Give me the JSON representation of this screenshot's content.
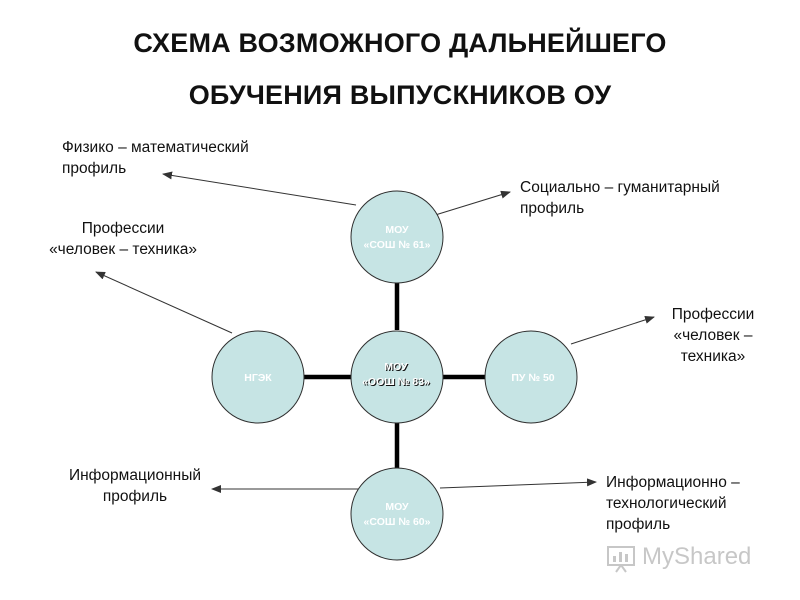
{
  "title": {
    "line1": "СХЕМА  ВОЗМОЖНОГО ДАЛЬНЕЙШЕГО",
    "line2": "ОБУЧЕНИЯ  ВЫПУСКНИКОВ ОУ"
  },
  "nodes": {
    "center": {
      "line1": "МОУ",
      "line2": "«ООШ  № 83»"
    },
    "top": {
      "line1": "МОУ",
      "line2": "«СОШ  № 61»"
    },
    "bottom": {
      "line1": "МОУ",
      "line2": "«СОШ № 60»"
    },
    "left": {
      "label": "НГЭК"
    },
    "right": {
      "label": "ПУ  №  50"
    }
  },
  "annotations": {
    "phys_math": {
      "line1": "Физико – математический",
      "line2": "профиль"
    },
    "social_hum": {
      "line1": "Социально – гуманитарный",
      "line2": "профиль"
    },
    "prof_left": {
      "line1": "Профессии",
      "line2": "«человек – техника»"
    },
    "prof_right": {
      "line1": "Профессии",
      "line2": "«человек –",
      "line3": "техника»"
    },
    "info": {
      "line1": "Информационный",
      "line2": "профиль"
    },
    "info_tech": {
      "line1": "Информационно –",
      "line2": "технологический",
      "line3": "профиль"
    }
  },
  "watermark": {
    "text": "MyShared"
  },
  "colors": {
    "node_fill": "#c6e4e4",
    "node_stroke": "#2e2e2e",
    "connector": "#000000",
    "arrow": "#333333"
  }
}
